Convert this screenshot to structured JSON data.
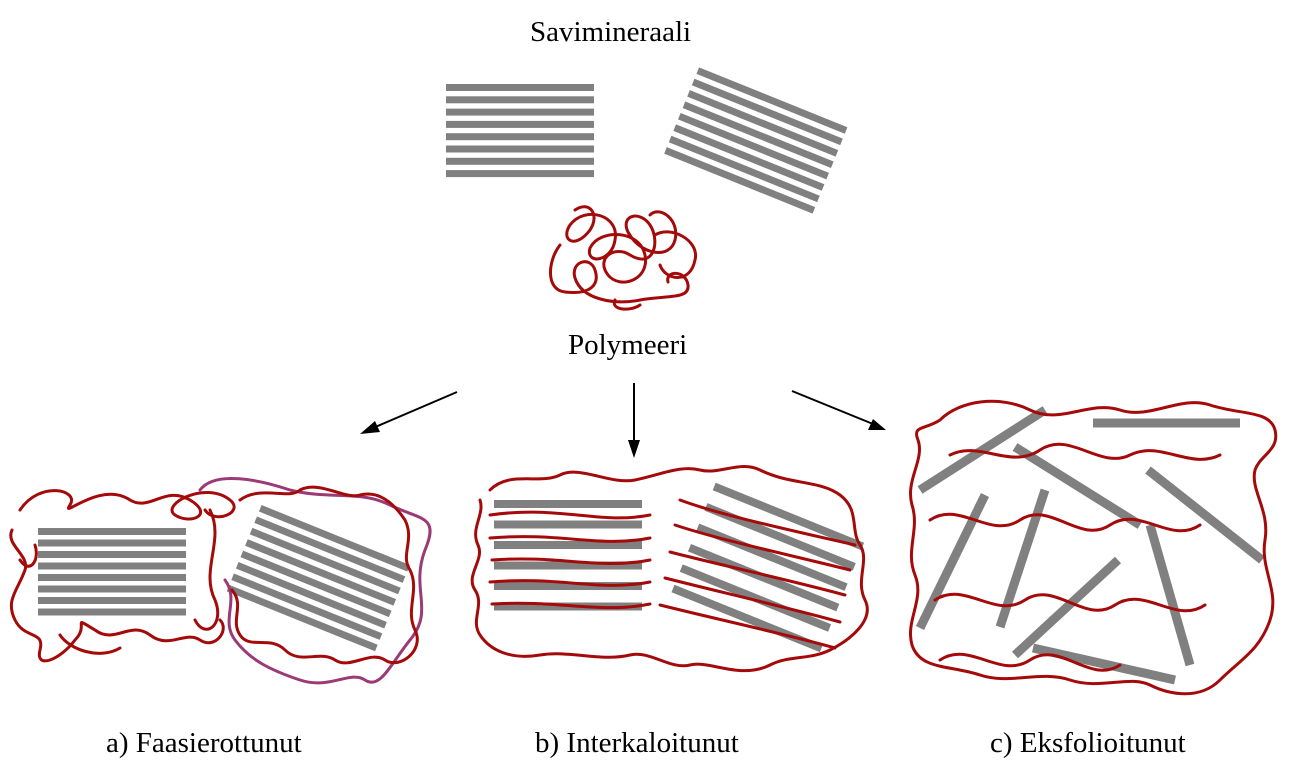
{
  "labels": {
    "clay_mineral": "Savimineraali",
    "polymer": "Polymeeri",
    "phase_separated": "a) Faasierottunut",
    "intercalated": "b) Interkaloitunut",
    "exfoliated": "c) Eksfolioitunut"
  },
  "colors": {
    "clay_plate": "#808080",
    "polymer_chain": "#a40a0a",
    "polymer_chain_alt": "#9b3a74",
    "arrow": "#000000"
  }
}
